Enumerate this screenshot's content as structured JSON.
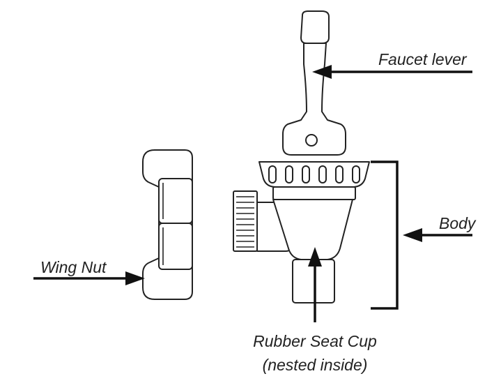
{
  "labels": {
    "faucet_lever": "Faucet lever",
    "body": "Body",
    "wing_nut": "Wing Nut",
    "rubber_seat_cup_line1": "Rubber Seat Cup",
    "rubber_seat_cup_line2": "(nested inside)"
  },
  "colors": {
    "line": "#222222",
    "arrow": "#111111",
    "background": "#ffffff"
  }
}
